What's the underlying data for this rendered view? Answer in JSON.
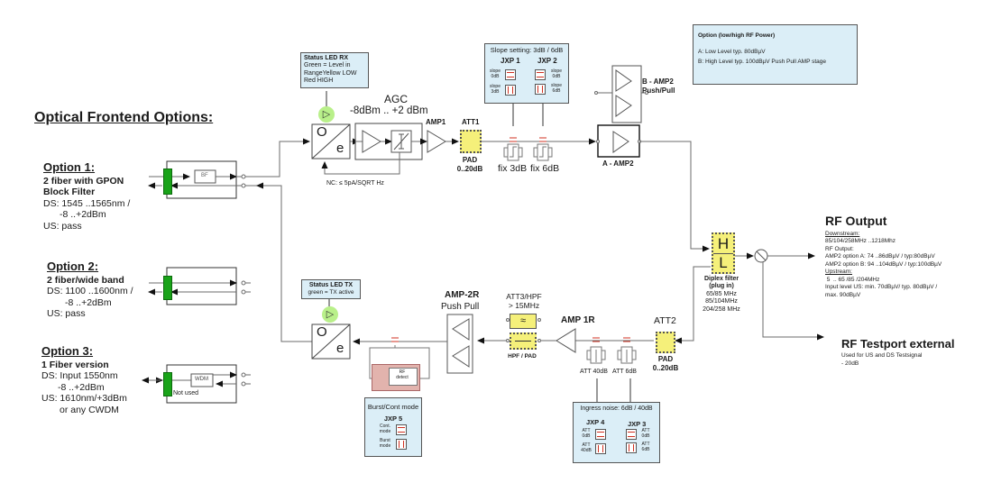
{
  "title": "Optical Frontend Options:",
  "options": [
    {
      "heading": "Option 1:",
      "subtitle_lines": [
        "2 fiber  with GPON",
        "Block Filter"
      ],
      "spec_lines": [
        "DS: 1545 ..1565nm /",
        "-8 ..+2dBm",
        "US: pass"
      ],
      "block_label": "BF"
    },
    {
      "heading": "Option 2:",
      "subtitle_lines": [
        "2 fiber/wide band"
      ],
      "spec_lines": [
        "DS:  1100 ..1600nm /",
        "-8 ..+2dBm",
        "US: pass"
      ]
    },
    {
      "heading": "Option 3:",
      "subtitle_lines": [
        "1 Fiber version"
      ],
      "spec_lines": [
        "DS: Input 1550nm",
        "-8 ..+2dBm",
        "US: 1610nm/+3dBm",
        "or any CWDM"
      ],
      "block_label": "WDM",
      "note": "Not used"
    }
  ],
  "status_led_rx": {
    "title": "Status LED RX",
    "lines": [
      "Green = Level in",
      "RangeYellow LOW",
      "Red HIGH"
    ]
  },
  "status_led_tx": {
    "title": "Status LED TX",
    "lines": [
      "green = TX active"
    ]
  },
  "oe_converter": {
    "top": "O",
    "bottom": "e"
  },
  "agc": {
    "title": "AGC",
    "range": "-8dBm .. +2 dBm",
    "noise": "NC: ≤ 5pA/SQRT Hz"
  },
  "amp1": {
    "label": "AMP1"
  },
  "att1": {
    "label": "ATT1",
    "sub1": "PAD",
    "sub2": "0..20dB"
  },
  "slope_box": {
    "title": "Slope setting: 3dB / 6dB",
    "jxp1": {
      "label": "JXP 1",
      "opt1": [
        "slope",
        "0dB"
      ],
      "opt2": [
        "slope",
        "3dB"
      ]
    },
    "jxp2": {
      "label": "JXP 2",
      "opt1": [
        "slope",
        "0dB"
      ],
      "opt2": [
        "slope",
        "6dB"
      ]
    }
  },
  "fix_3db": "fix 3dB",
  "fix_6db": "fix 6dB",
  "amp2_a": {
    "label": "A - AMP2"
  },
  "amp2_b": {
    "label_lines": [
      "B - AMP2",
      "Push/Pull"
    ]
  },
  "rf_power_box": {
    "title": "Option (low/high RF Power)",
    "lines": [
      "A: Low Level typ. 80dBµV",
      "B: High Level typ. 100dBµV Push Pull AMP stage"
    ]
  },
  "diplex": {
    "high": "H",
    "low": "L",
    "lines": [
      "Diplex filter",
      "(plug in)",
      "65/85 MHz",
      "85/104MHz",
      "204/258 MHz"
    ]
  },
  "rf_output": {
    "title": "RF Output",
    "downstream_heading": "Downstream:",
    "downstream_lines": [
      "85/104/258MHz  ..1218Mhz",
      "RF Output:",
      "AMP2 option A: 74 ..86dBµV /  typ:80dBµV",
      "AMP2 option B: 94 ..104dBµV /  typ:100dBµV"
    ],
    "upstream_heading": "Upstream:",
    "upstream_lines": [
      " 5  .. 65 /85 /204MHz",
      "Input level US: min. 70dBµV/ typ. 80dBµV /",
      "max. 90dBµV"
    ]
  },
  "rf_testport": {
    "title": "RF Testport external",
    "lines": [
      "Used for US and DS Testsignal",
      "- 20dB"
    ]
  },
  "att2": {
    "label": "ATT2",
    "sub1": "PAD",
    "sub2": "0..20dB"
  },
  "amp1r": {
    "label": "AMP 1R"
  },
  "att3": {
    "label_lines": [
      "ATT3/HPF",
      "> 15MHz"
    ],
    "sub": "HPF / PAD"
  },
  "att_40db": "ATT 40dB",
  "att_6db": "ATT 6dB",
  "amp2r": {
    "label": "AMP-2R",
    "sub": "Push Pull"
  },
  "rf_detect": {
    "lines": [
      "RF",
      "detect"
    ]
  },
  "burst_box": {
    "title": "Burst/Cont mode",
    "jxp5": {
      "label": "JXP 5",
      "opt1": [
        "Cont.",
        "mode"
      ],
      "opt2": [
        "Burst",
        "mode"
      ]
    }
  },
  "ingress_box": {
    "title": "Ingress noise: 6dB / 40dB",
    "jxp4": {
      "label": "JXP 4",
      "opt1": [
        "ATT",
        "0dB"
      ],
      "opt2": [
        "ATT",
        "40dB"
      ]
    },
    "jxp3": {
      "label": "JXP 3",
      "opt1": [
        "ATT",
        "0dB"
      ],
      "opt2": [
        "ATT",
        "6dB"
      ]
    }
  },
  "colors": {
    "yellow": "#f5f07a",
    "light_blue": "#dbeef7",
    "green_connector": "#19a319",
    "led_glow": "#b9f08a",
    "rf_detect": "#e2b3ad",
    "jumper_red": "#d03020",
    "line": "#6b6b6b"
  }
}
